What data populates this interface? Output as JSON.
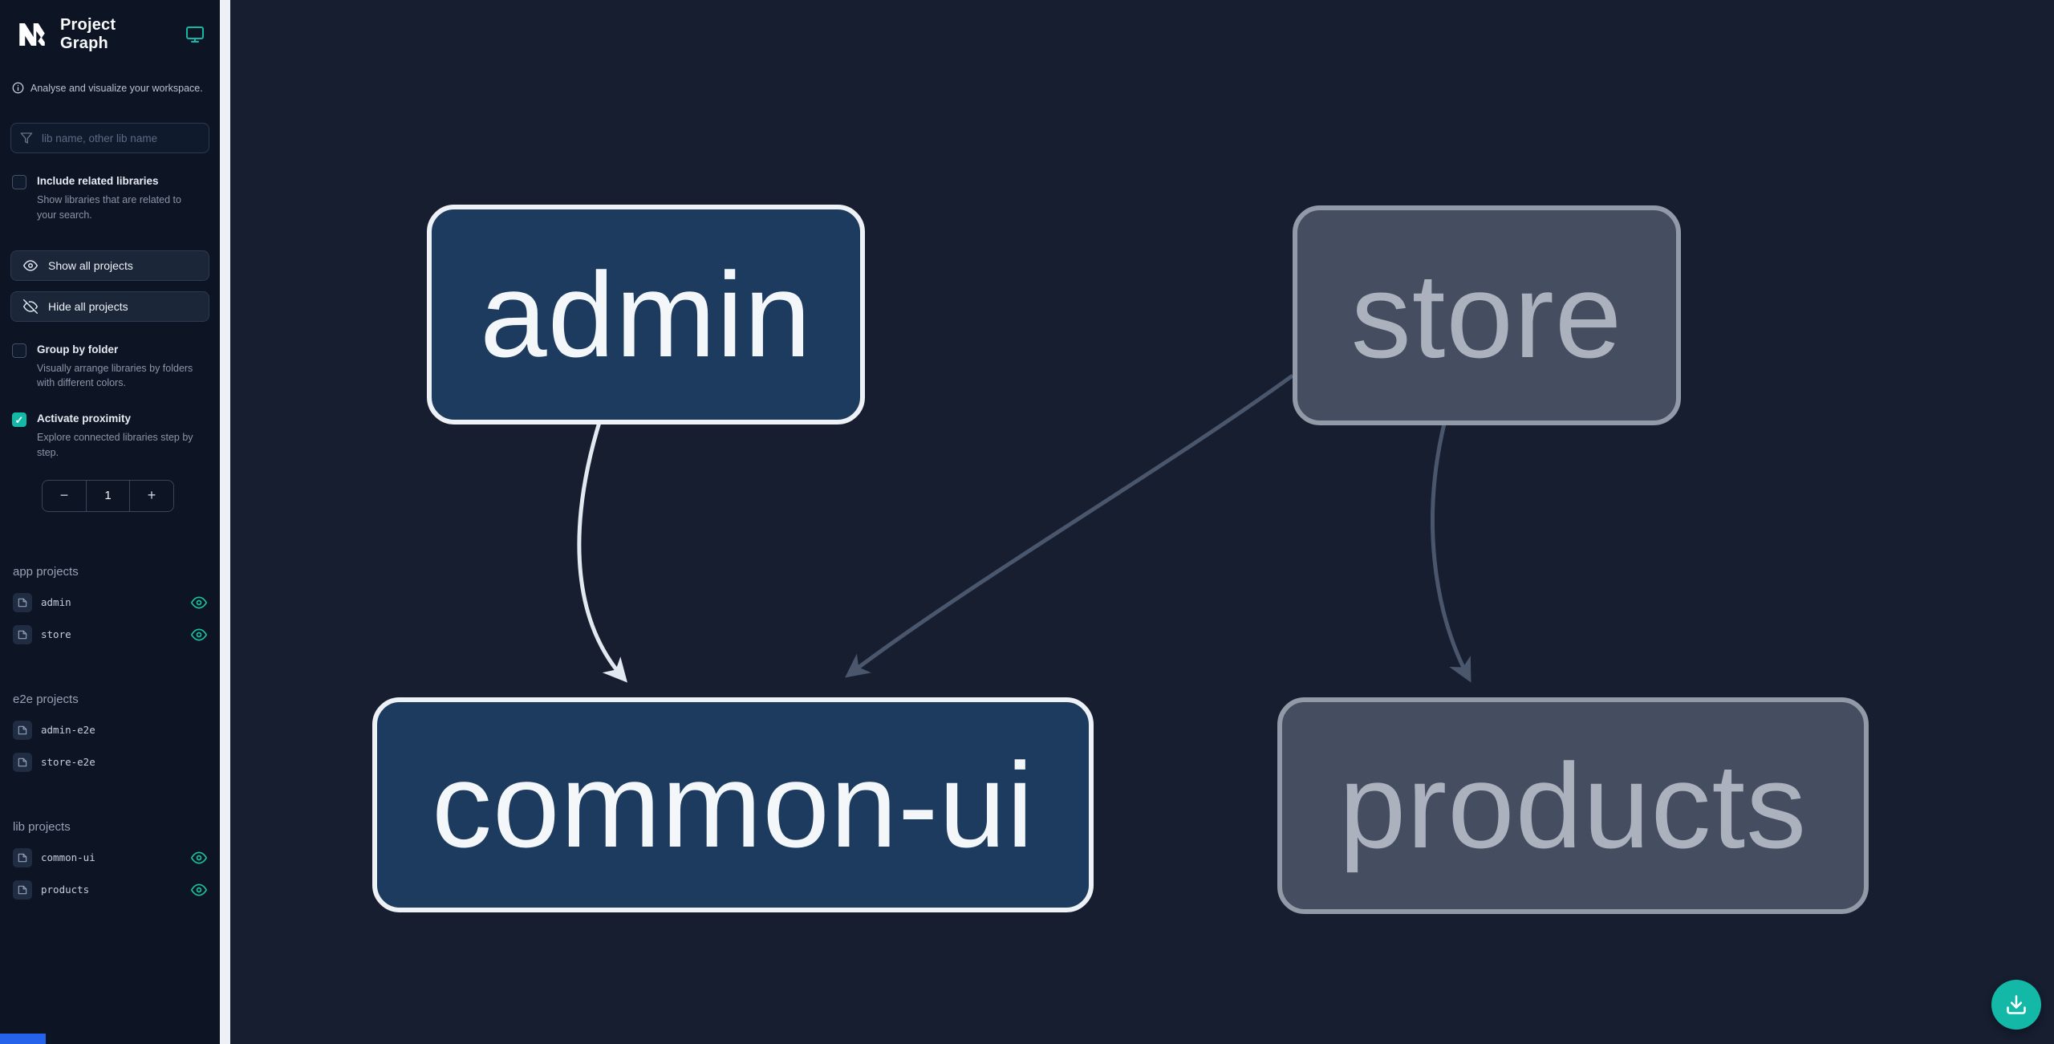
{
  "app": {
    "title": "Project Graph",
    "tagline": "Analyse and visualize your workspace."
  },
  "sidebar": {
    "search": {
      "placeholder": "lib name, other lib name"
    },
    "include_related": {
      "label": "Include related libraries",
      "description": "Show libraries that are related to your search.",
      "checked": false
    },
    "buttons": {
      "show_all": "Show all projects",
      "hide_all": "Hide all projects"
    },
    "group_by_folder": {
      "label": "Group by folder",
      "description": "Visually arrange libraries by folders with different colors.",
      "checked": false
    },
    "proximity": {
      "label": "Activate proximity",
      "description": "Explore connected libraries step by step.",
      "checked": true,
      "value": "1",
      "decrease": "−",
      "increase": "+"
    },
    "sections": [
      {
        "title": "app projects",
        "items": [
          {
            "name": "admin",
            "visible": true
          },
          {
            "name": "store",
            "visible": true
          }
        ]
      },
      {
        "title": "e2e projects",
        "items": [
          {
            "name": "admin-e2e",
            "visible": false
          },
          {
            "name": "store-e2e",
            "visible": false
          }
        ]
      },
      {
        "title": "lib projects",
        "items": [
          {
            "name": "common-ui",
            "visible": true
          },
          {
            "name": "products",
            "visible": true
          }
        ]
      }
    ]
  },
  "graph": {
    "nodes": [
      {
        "id": "admin",
        "label": "admin",
        "type": "app",
        "state": "highlighted"
      },
      {
        "id": "store",
        "label": "store",
        "type": "app",
        "state": "dimmed"
      },
      {
        "id": "common-ui",
        "label": "common-ui",
        "type": "lib",
        "state": "highlighted"
      },
      {
        "id": "products",
        "label": "products",
        "type": "lib",
        "state": "dimmed"
      }
    ],
    "edges": [
      {
        "source": "admin",
        "target": "common-ui",
        "state": "highlighted"
      },
      {
        "source": "store",
        "target": "common-ui",
        "state": "dimmed"
      },
      {
        "source": "store",
        "target": "products",
        "state": "dimmed"
      }
    ]
  },
  "icons": {
    "check": "✓",
    "nx-logo": "N",
    "monitor-icon": "screen",
    "info-icon": "i",
    "funnel-icon": "filter-funnel",
    "eye-icon": "eye",
    "eye-off-icon": "eye-slash",
    "download-icon": "download-tray"
  },
  "colors": {
    "accent": "#14b8a6",
    "sidebar_bg": "#0d1424",
    "canvas_bg": "#161e30",
    "node_highlight_fill": "#1d3a5f",
    "node_highlight_border": "#eef2f7",
    "node_dim_fill": "#454e60",
    "node_dim_border": "#939aa7",
    "edge_highlight": "#e3e9f0",
    "edge_dim": "#4a566c",
    "blue_bar": "#2563eb"
  }
}
